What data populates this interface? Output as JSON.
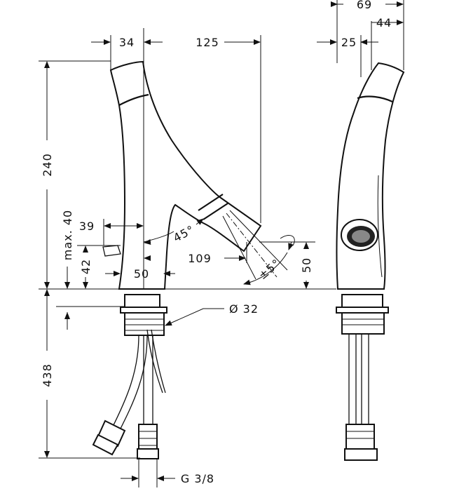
{
  "colors": {
    "line": "#111111",
    "background": "#ffffff"
  },
  "dimensions": {
    "d69": "69",
    "d44": "44",
    "d34": "34",
    "d125": "125",
    "d25": "25",
    "d240": "240",
    "d_max40": "max. 40",
    "d39": "39",
    "d42": "42",
    "d45deg": "45°",
    "d109": "109",
    "d50_base": "50",
    "d50_right": "50",
    "d_pm5": "±5°",
    "d_phi32": "Ø 32",
    "d438": "438",
    "d_g38": "G 3/8"
  }
}
